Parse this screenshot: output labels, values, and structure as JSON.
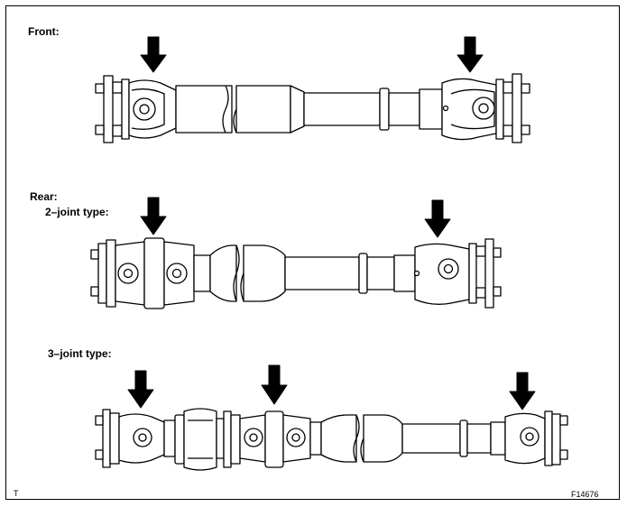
{
  "labels": {
    "front": "Front:",
    "rear": "Rear:",
    "two_joint": "2–joint type:",
    "three_joint": "3–joint type:"
  },
  "corner_mark": "T",
  "figure_code": "F14676",
  "colors": {
    "line": "#000000",
    "metal": "#ffffff",
    "arrow": "#000000"
  },
  "icons": [
    "down-arrow-icon"
  ]
}
